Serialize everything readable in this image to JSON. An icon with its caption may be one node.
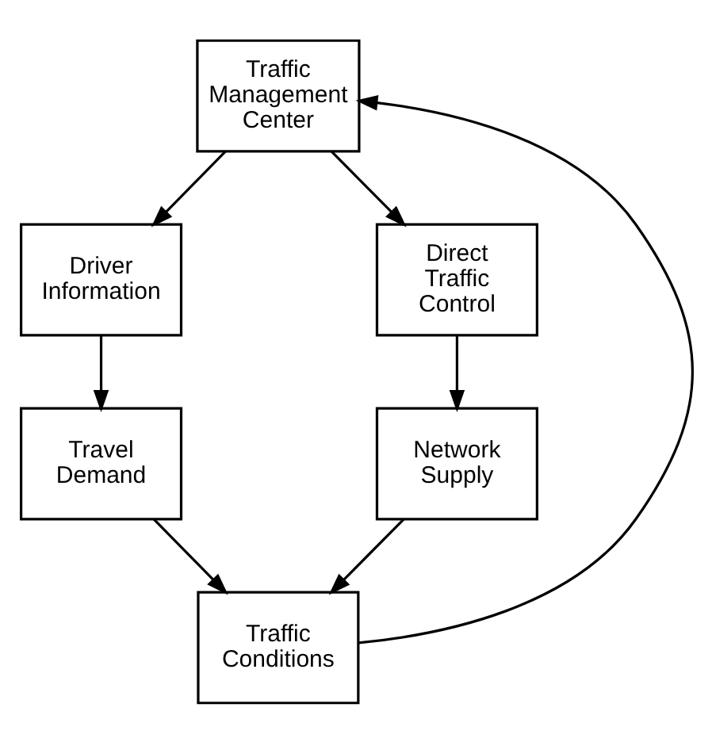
{
  "diagram": {
    "nodes": [
      {
        "text": [
          "Traffic Management Center"
        ]
      },
      {
        "text": [
          "Driver Information"
        ]
      },
      {
        "text": [
          "Direct Traffic Control"
        ]
      },
      {
        "text": [
          "Travel Demand"
        ]
      },
      {
        "text": [
          "Network Supply"
        ]
      },
      {
        "text": [
          "Traffic Conditions"
        ]
      }
    ],
    "edges": [
      {
        "from": 0,
        "to": 1,
        "arrow": "to"
      },
      {
        "from": 0,
        "to": 2,
        "arrow": "to"
      },
      {
        "from": 1,
        "to": 3,
        "arrow": "to"
      },
      {
        "from": 2,
        "to": 4,
        "arrow": "to"
      },
      {
        "from": 3,
        "to": 5,
        "arrow": "to"
      },
      {
        "from": 4,
        "to": 5,
        "arrow": "to"
      },
      {
        "from": 5,
        "to": 0,
        "arrow": "to"
      }
    ]
  }
}
